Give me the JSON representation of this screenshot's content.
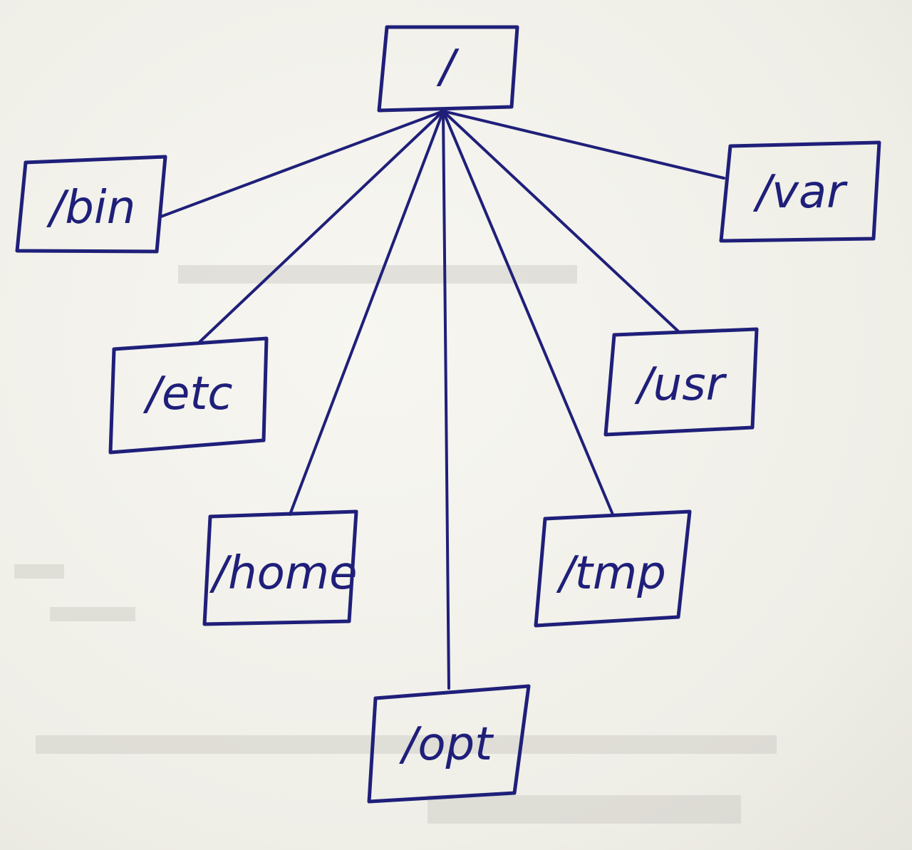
{
  "diagram": {
    "root": {
      "id": "root",
      "label": "/"
    },
    "children": [
      {
        "id": "bin",
        "label": "/bin"
      },
      {
        "id": "etc",
        "label": "/etc"
      },
      {
        "id": "home",
        "label": "/home"
      },
      {
        "id": "opt",
        "label": "/opt"
      },
      {
        "id": "tmp",
        "label": "/tmp"
      },
      {
        "id": "usr",
        "label": "/usr"
      },
      {
        "id": "var",
        "label": "/var"
      }
    ]
  },
  "colors": {
    "ink": "#1f1f7a",
    "paper": "#f3f2ec"
  }
}
